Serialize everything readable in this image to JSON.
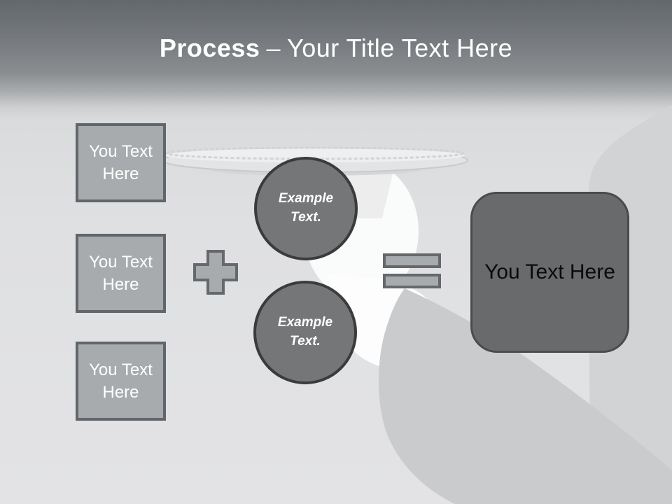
{
  "title": {
    "emphasis": "Process",
    "separator": "–",
    "rest": "Your Title Text Here"
  },
  "input_boxes": [
    {
      "label": "You Text Here"
    },
    {
      "label": "You Text Here"
    },
    {
      "label": "You Text Here"
    }
  ],
  "operators": {
    "plus_icon": "plus",
    "equals_icon": "equals"
  },
  "example_circles": [
    {
      "label": "Example Text."
    },
    {
      "label": "Example Text."
    }
  ],
  "result_box": {
    "label": "You Text Here"
  },
  "background": {
    "photo_description": "hand holding silver serving tray, faded grayscale"
  },
  "colors": {
    "header_top": "#63686c",
    "header_mid": "#8a8e91",
    "body_light": "#e2e2e4",
    "title_text": "#ffffff",
    "box_fill": "#a7abad",
    "box_border": "#60666a",
    "circle_fill": "#757677",
    "circle_border": "#3a3b3c",
    "operator_fill": "#a8abad",
    "operator_border": "#66696c",
    "result_fill": "#696a6b",
    "result_border": "#4a4b4c",
    "result_text": "#0b0b0b"
  }
}
